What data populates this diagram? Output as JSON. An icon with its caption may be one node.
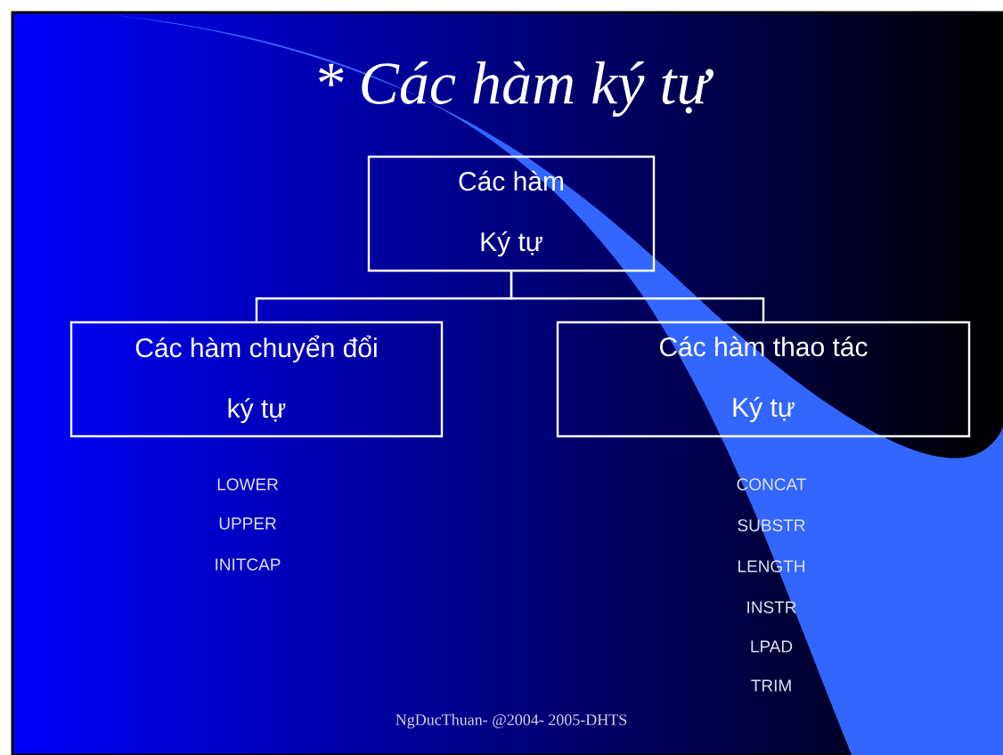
{
  "diagram": {
    "title": "* Các hàm ký tự",
    "nodes": [
      {
        "text": [
          "Các hàm Ký tự"
        ]
      },
      {
        "text": [
          "Các hàm chuyển đổi ký tự"
        ]
      },
      {
        "text": [
          "Các hàm thao tác Ký tự"
        ]
      }
    ],
    "edges": [
      {
        "from": 0,
        "to": 1,
        "arrow": "none"
      },
      {
        "from": 0,
        "to": 2,
        "arrow": "none"
      }
    ],
    "labels": [
      "LOWER",
      "UPPER",
      "INITCAP",
      "CONCAT",
      "SUBSTR",
      "LENGTH",
      "INSTR",
      "LPAD",
      "TRIM",
      "NgDucThuan- @2004- 2005-DHTS"
    ]
  }
}
